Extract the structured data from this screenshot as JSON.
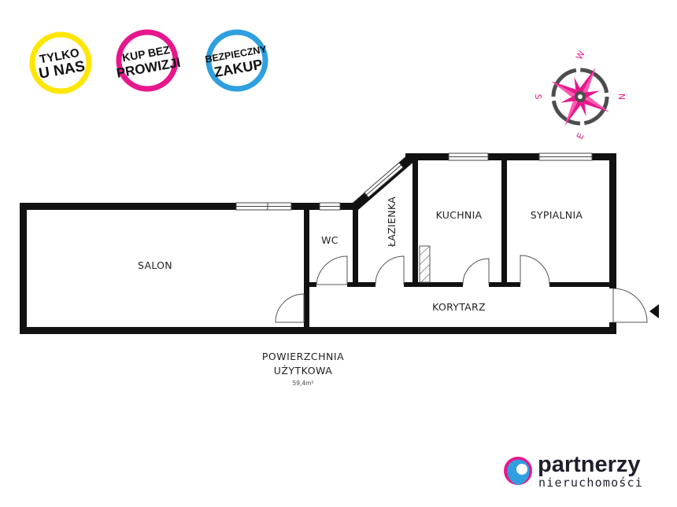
{
  "badges": [
    {
      "line1": "TYLKO",
      "line2": "U NAS",
      "color": "#ffe600"
    },
    {
      "line1": "KUP BEZ",
      "line2": "PROWIZJI",
      "color": "#e8168c"
    },
    {
      "line1": "BEZPIECZNY",
      "line2": "ZAKUP",
      "color": "#2e9fdf"
    }
  ],
  "compass": {
    "n": "N",
    "s": "S",
    "e": "E",
    "w": "W",
    "color": "#e8168c"
  },
  "rooms": {
    "salon": "SALON",
    "wc": "WC",
    "lazienka": "ŁAZIENKA",
    "kuchnia": "KUCHNIA",
    "sypialnia": "SYPIALNIA",
    "korytarz": "KORYTARZ"
  },
  "area": {
    "title_line1": "POWIERZCHNIA",
    "title_line2": "UŻYTKOWA",
    "value": "59,4m²"
  },
  "brand": {
    "name": "partnerzy",
    "subtitle": "nieruchomości",
    "colors": [
      "#e8168c",
      "#2e9fdf"
    ]
  },
  "icons": {
    "entrance": "entrance-arrow-icon",
    "compass": "compass-rose-icon",
    "logo": "partnerzy-logo-icon"
  }
}
